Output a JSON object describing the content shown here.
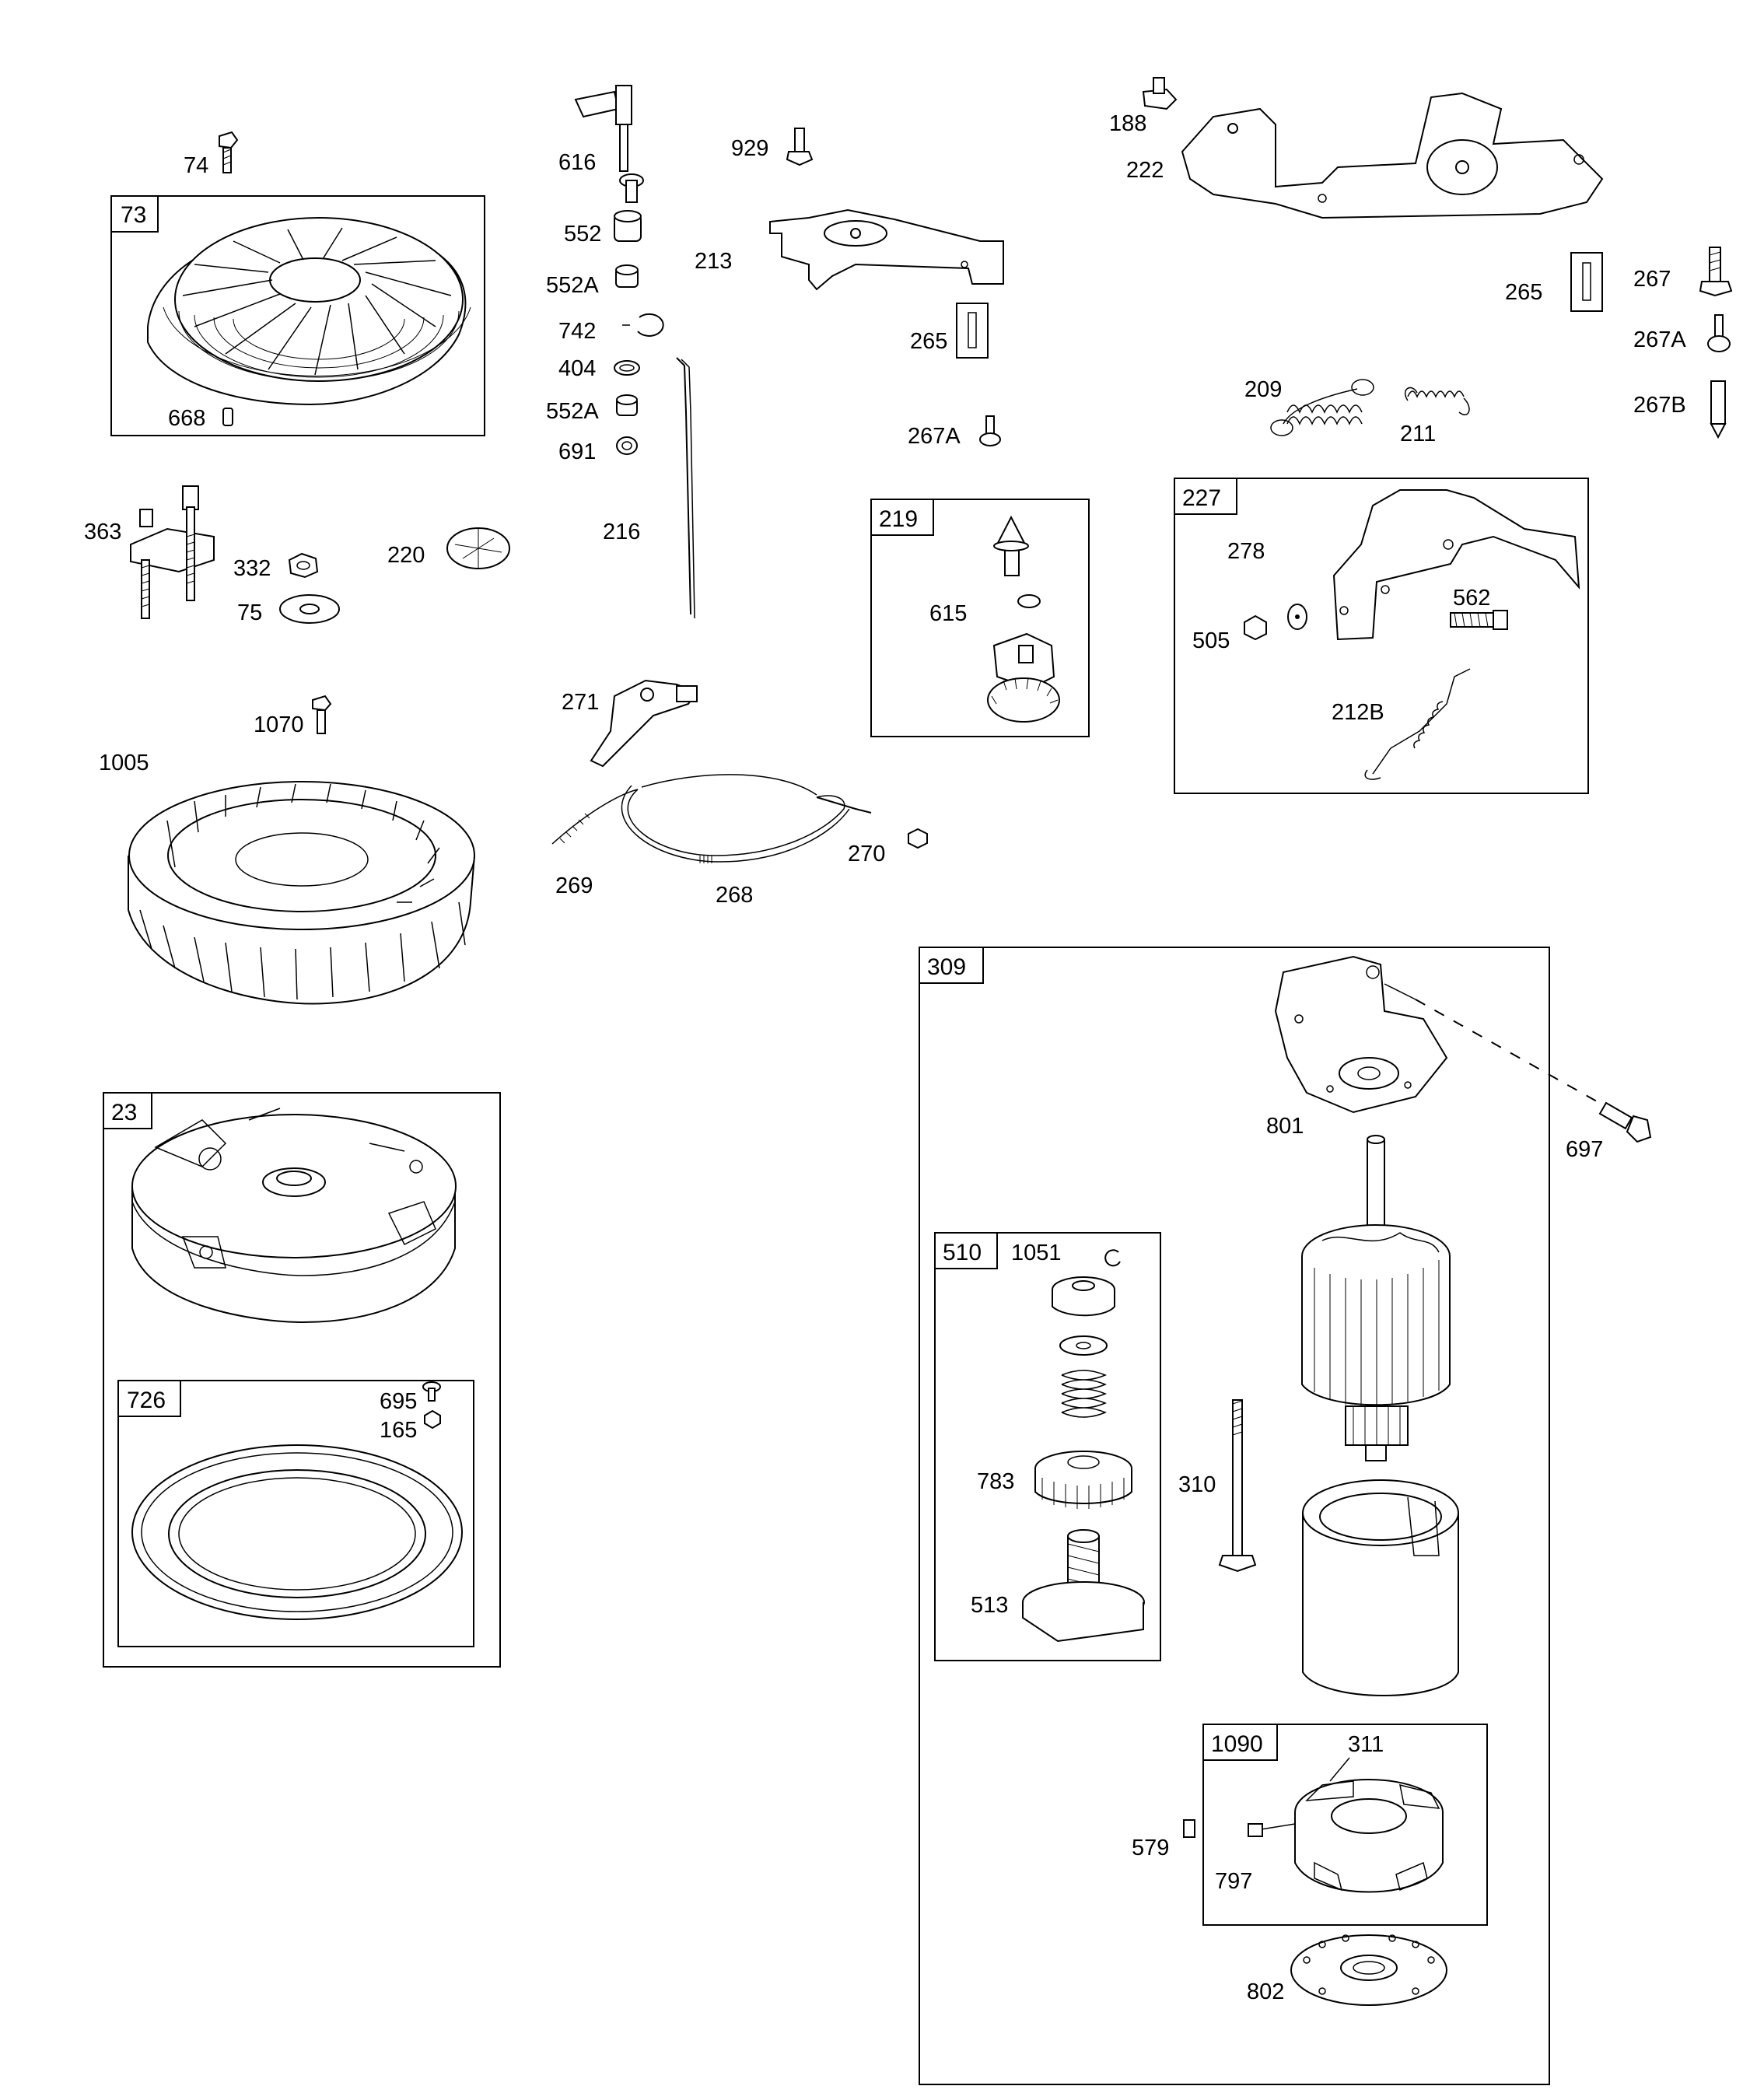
{
  "callouts": [
    {
      "id": "c-74",
      "text": "74"
    },
    {
      "id": "c-616",
      "text": "616"
    },
    {
      "id": "c-929",
      "text": "929"
    },
    {
      "id": "c-188",
      "text": "188"
    },
    {
      "id": "c-222",
      "text": "222"
    },
    {
      "id": "c-552a",
      "text": "552"
    },
    {
      "id": "c-213",
      "text": "213"
    },
    {
      "id": "c-552A-1",
      "text": "552A"
    },
    {
      "id": "c-742",
      "text": "742"
    },
    {
      "id": "c-404",
      "text": "404"
    },
    {
      "id": "c-552A-2",
      "text": "552A"
    },
    {
      "id": "c-691",
      "text": "691"
    },
    {
      "id": "c-265a",
      "text": "265"
    },
    {
      "id": "c-265b",
      "text": "265"
    },
    {
      "id": "c-267",
      "text": "267"
    },
    {
      "id": "c-267A-1",
      "text": "267A"
    },
    {
      "id": "c-267A-2",
      "text": "267A"
    },
    {
      "id": "c-267B",
      "text": "267B"
    },
    {
      "id": "c-209",
      "text": "209"
    },
    {
      "id": "c-211",
      "text": "211"
    },
    {
      "id": "c-668",
      "text": "668"
    },
    {
      "id": "c-363",
      "text": "363"
    },
    {
      "id": "c-332",
      "text": "332"
    },
    {
      "id": "c-220",
      "text": "220"
    },
    {
      "id": "c-75",
      "text": "75"
    },
    {
      "id": "c-216",
      "text": "216"
    },
    {
      "id": "c-615",
      "text": "615"
    },
    {
      "id": "c-278",
      "text": "278"
    },
    {
      "id": "c-562",
      "text": "562"
    },
    {
      "id": "c-505",
      "text": "505"
    },
    {
      "id": "c-212B",
      "text": "212B"
    },
    {
      "id": "c-1070",
      "text": "1070"
    },
    {
      "id": "c-1005",
      "text": "1005"
    },
    {
      "id": "c-271",
      "text": "271"
    },
    {
      "id": "c-269",
      "text": "269"
    },
    {
      "id": "c-268",
      "text": "268"
    },
    {
      "id": "c-270",
      "text": "270"
    },
    {
      "id": "c-801",
      "text": "801"
    },
    {
      "id": "c-697",
      "text": "697"
    },
    {
      "id": "c-1051",
      "text": "1051"
    },
    {
      "id": "c-695",
      "text": "695"
    },
    {
      "id": "c-165",
      "text": "165"
    },
    {
      "id": "c-783",
      "text": "783"
    },
    {
      "id": "c-310",
      "text": "310"
    },
    {
      "id": "c-513",
      "text": "513"
    },
    {
      "id": "c-311",
      "text": "311"
    },
    {
      "id": "c-579",
      "text": "579"
    },
    {
      "id": "c-797",
      "text": "797"
    },
    {
      "id": "c-802",
      "text": "802"
    }
  ],
  "boxes": [
    {
      "id": "b-73",
      "text": "73"
    },
    {
      "id": "b-219",
      "text": "219"
    },
    {
      "id": "b-227",
      "text": "227"
    },
    {
      "id": "b-309",
      "text": "309"
    },
    {
      "id": "b-23",
      "text": "23"
    },
    {
      "id": "b-726",
      "text": "726"
    },
    {
      "id": "b-510",
      "text": "510"
    },
    {
      "id": "b-1090",
      "text": "1090"
    }
  ]
}
